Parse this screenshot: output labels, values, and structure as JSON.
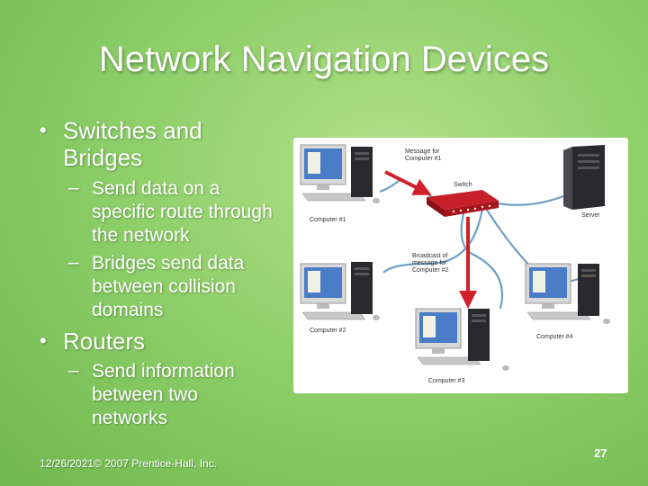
{
  "slide": {
    "title": "Network Navigation Devices",
    "bullets": [
      {
        "text": "Switches and Bridges",
        "sub": [
          "Send data on a specific route through the network",
          "Bridges send data between collision domains"
        ]
      },
      {
        "text": "Routers",
        "sub": [
          "Send information between two networks"
        ]
      }
    ],
    "footer": "12/26/2021© 2007 Prentice-Hall, Inc.",
    "page_number": "27"
  },
  "diagram": {
    "labels": {
      "message": "Message for Computer #1",
      "switch": "Switch",
      "server": "Server",
      "computer1": "Computer #1",
      "broadcast": "Broadcast of message for Computer #2",
      "computer2": "Computer #2",
      "computer3": "Computer #3",
      "computer4": "Computer #4"
    },
    "colors": {
      "arrow": "#d0202a",
      "cable": "#6e9fc8",
      "switch": "#b4141e"
    }
  }
}
